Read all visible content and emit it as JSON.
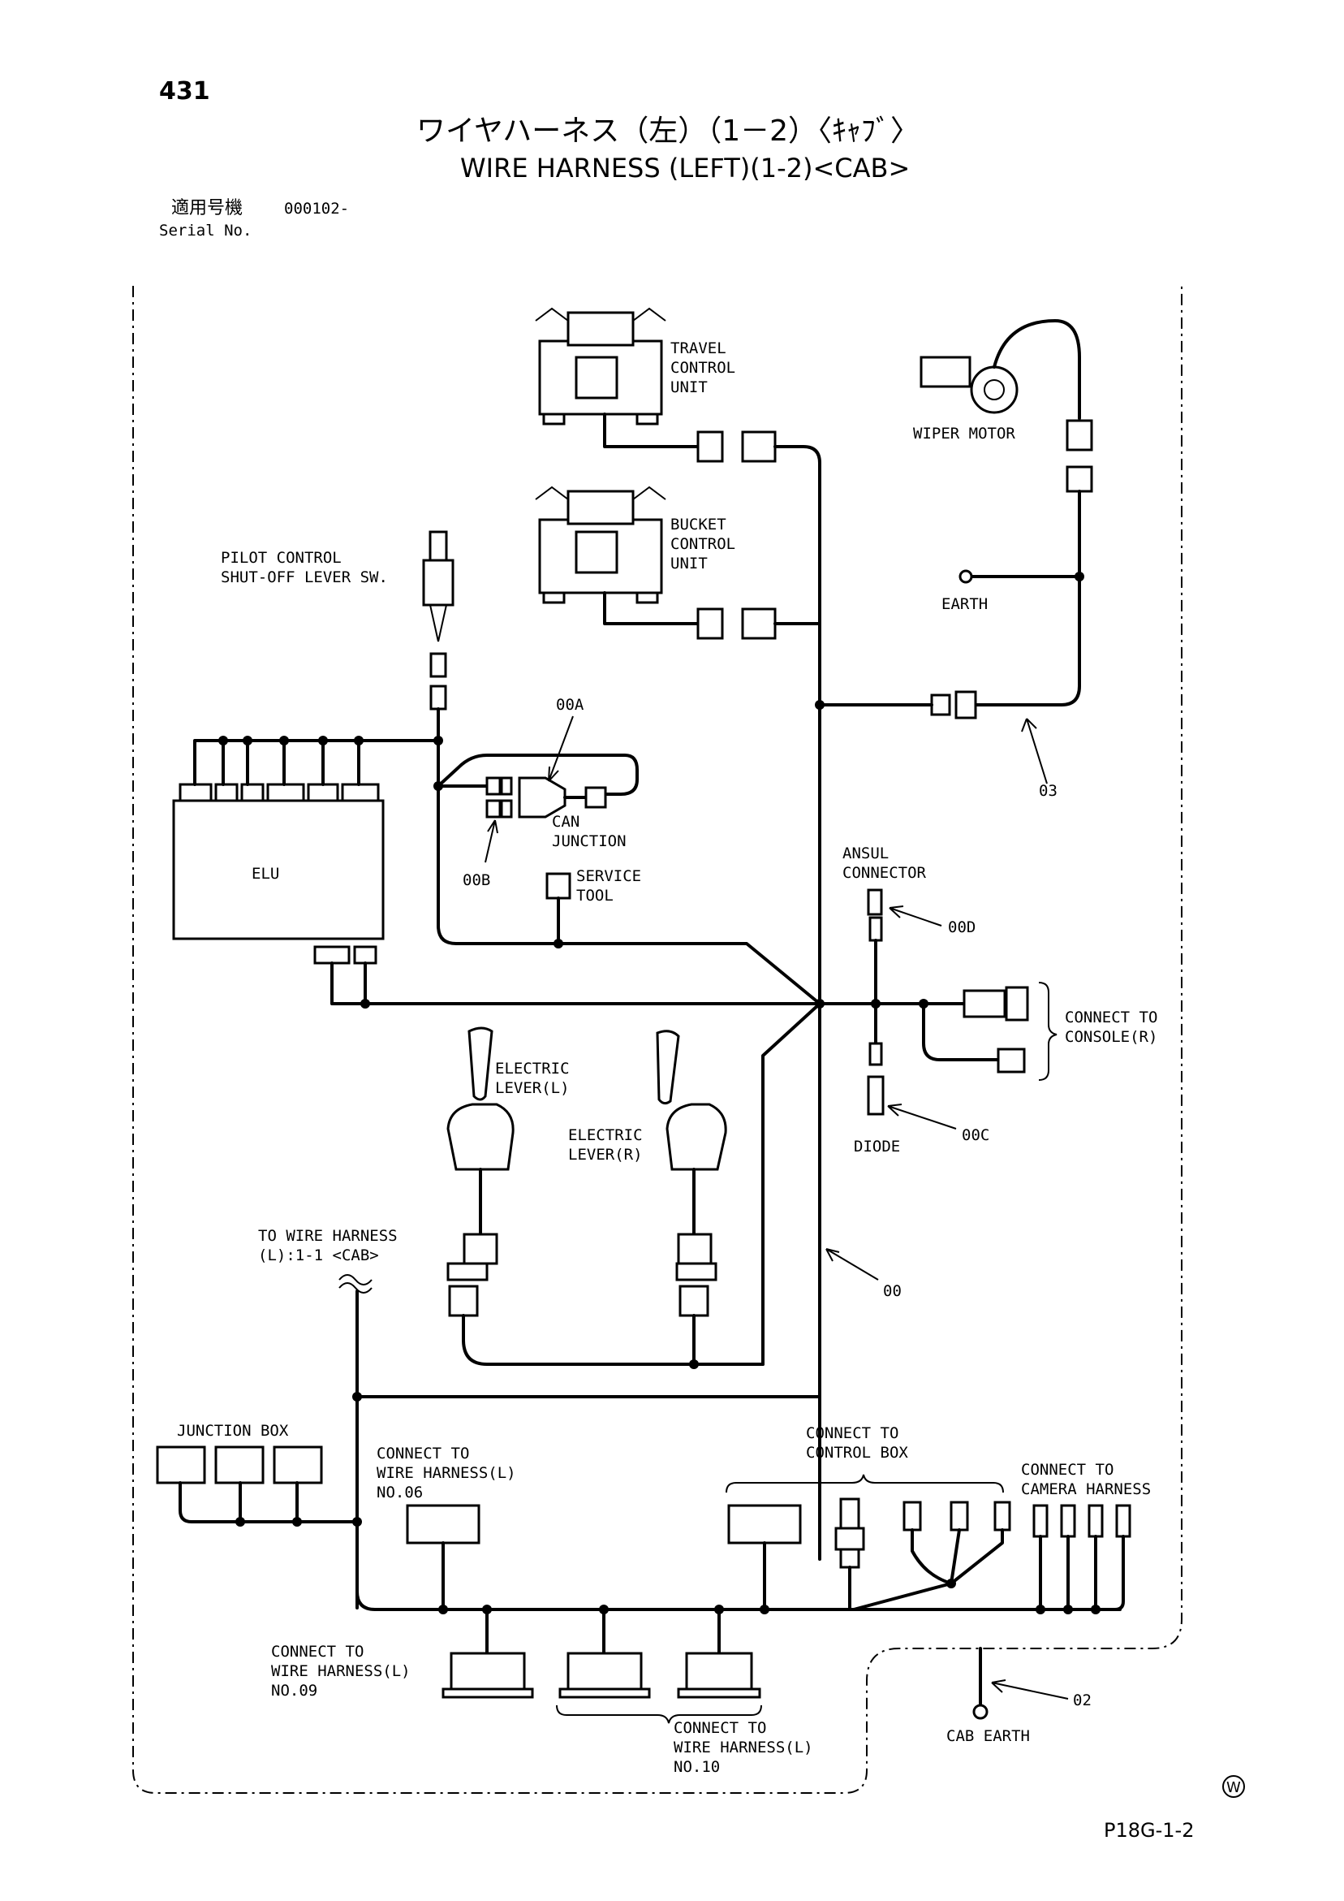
{
  "header": {
    "page_number": "431",
    "title_jp": "ワイヤハーネス（左）（1－2）〈ｷｬﾌﾞ〉",
    "title_en": "WIRE HARNESS (LEFT)(1-2)<CAB>",
    "serial_label_jp": "適用号機",
    "serial_value": "000102-",
    "serial_label_en": "Serial No."
  },
  "components": {
    "travel_control_unit": [
      "TRAVEL",
      "CONTROL",
      "UNIT"
    ],
    "bucket_control_unit": [
      "BUCKET",
      "CONTROL",
      "UNIT"
    ],
    "wiper_motor": "WIPER MOTOR",
    "earth": "EARTH",
    "pilot_sw": [
      "PILOT CONTROL",
      "SHUT-OFF LEVER SW."
    ],
    "elu": "ELU",
    "can_junction": [
      "CAN",
      "JUNCTION"
    ],
    "service_tool": [
      "SERVICE",
      "TOOL"
    ],
    "ansul_connector": [
      "ANSUL",
      "CONNECTOR"
    ],
    "diode": "DIODE",
    "connect_console": [
      "CONNECT TO",
      "CONSOLE(R)"
    ],
    "electric_lever_l": [
      "ELECTRIC",
      "LEVER(L)"
    ],
    "electric_lever_r": [
      "ELECTRIC",
      "LEVER(R)"
    ],
    "to_wire_harness": [
      "TO WIRE HARNESS",
      "(L):1-1 <CAB>"
    ],
    "junction_box": "JUNCTION BOX",
    "connect_06": [
      "CONNECT TO",
      "WIRE HARNESS(L)",
      "NO.06"
    ],
    "connect_control_box": [
      "CONNECT TO",
      "CONTROL BOX"
    ],
    "connect_camera": [
      "CONNECT TO",
      "CAMERA HARNESS"
    ],
    "connect_09": [
      "CONNECT TO",
      "WIRE HARNESS(L)",
      "NO.09"
    ],
    "connect_10": [
      "CONNECT TO",
      "WIRE HARNESS(L)",
      "NO.10"
    ],
    "cab_earth": "CAB EARTH"
  },
  "callouts": {
    "c00A": "00A",
    "c00B": "00B",
    "c00C": "00C",
    "c00D": "00D",
    "c00": "00",
    "c02": "02",
    "c03": "03"
  },
  "footer": {
    "mark": "W",
    "page_code": "P18G-1-2"
  }
}
